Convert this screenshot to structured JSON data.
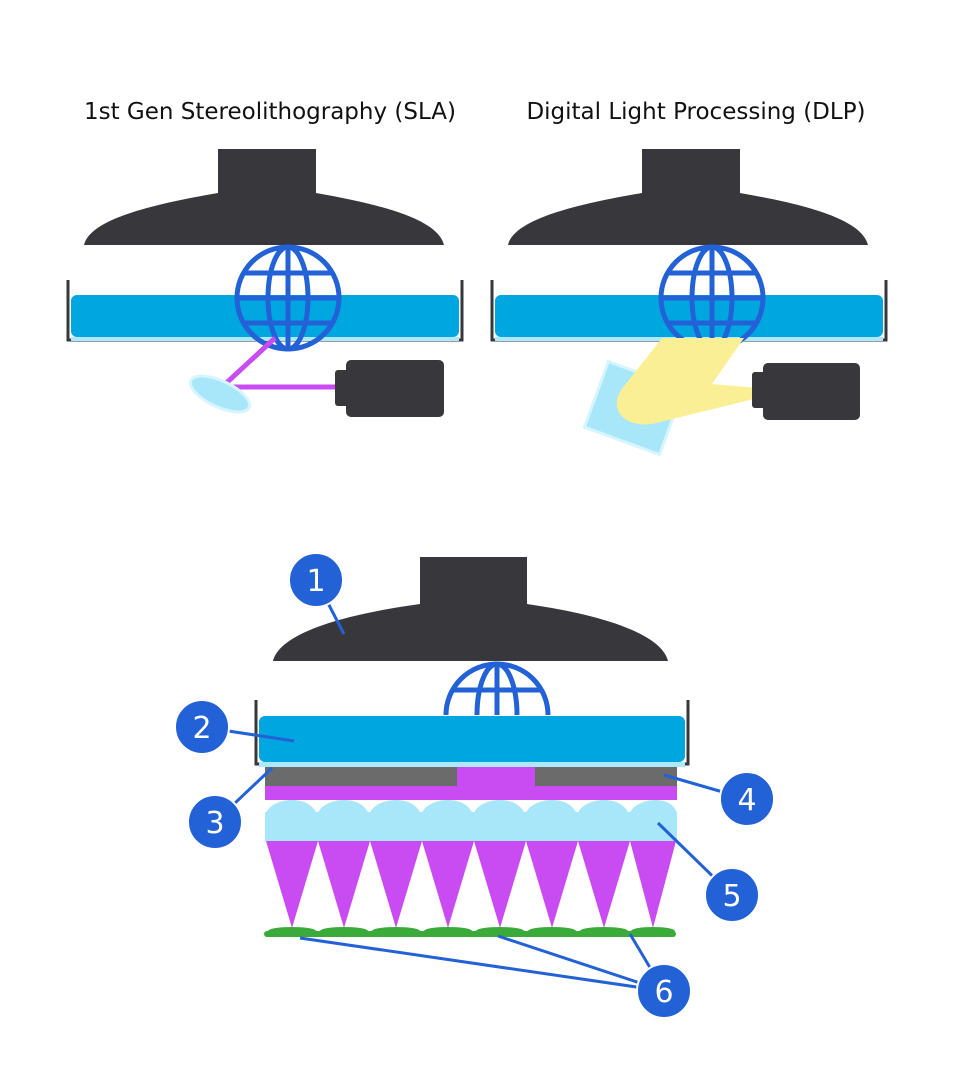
{
  "titles": {
    "sla": "1st Gen Stereolithography (SLA)",
    "dlp": "Digital Light Processing (DLP)"
  },
  "callouts": [
    "1",
    "2",
    "3",
    "4",
    "5",
    "6"
  ],
  "colors": {
    "platform": "#38373c",
    "resin": "#00a6e0",
    "vat_film": "#aee8fb",
    "globe": "#2361d6",
    "laser": "#c94cf2",
    "dlp_beam": "#fbef96",
    "lens": "#a8e6fa",
    "lcd_mask": "#6b6b6b",
    "led_light": "#c94cf2",
    "led_board": "#3aaa3a",
    "callout_fill": "#2361d6"
  },
  "icons": [
    "build-platform",
    "globe-part",
    "laser-source",
    "projector",
    "mirror",
    "lens-array",
    "led-array"
  ]
}
